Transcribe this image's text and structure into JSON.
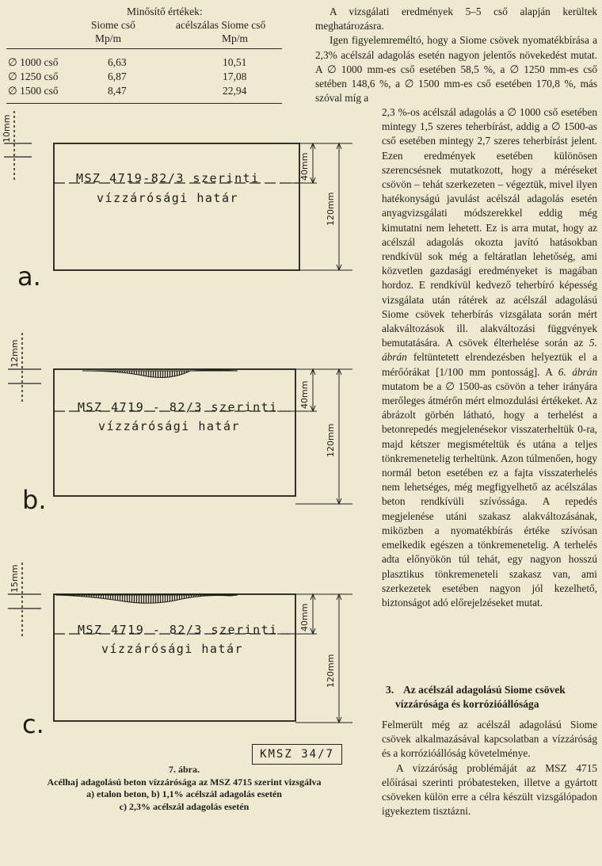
{
  "table": {
    "title": "Minősítő értékek:",
    "col1": {
      "name": "Siome cső",
      "unit": "Mp/m"
    },
    "col2": {
      "name": "acélszálas Siome cső",
      "unit": "Mp/m"
    },
    "rows": [
      {
        "label": "∅ 1000 cső",
        "v1": "6,63",
        "v2": "10,51"
      },
      {
        "label": "∅ 1250 cső",
        "v1": "6,87",
        "v2": "17,08"
      },
      {
        "label": "∅ 1500 cső",
        "v1": "8,47",
        "v2": "22,94"
      }
    ]
  },
  "figure": {
    "panels": [
      {
        "letter": "a.",
        "depth": "10mm"
      },
      {
        "letter": "b.",
        "depth": "12mm"
      },
      {
        "letter": "c.",
        "depth": "15mm"
      }
    ],
    "limit_line_1": "MSZ 4719-82/3 szerinti",
    "limit_line_1b": "MSZ 4719 - 82/3 szerinti",
    "limit_line_2": "vízzárósági határ",
    "dim_40": "40mm",
    "dim_120": "120mm",
    "stamp": "KMSZ 34/7",
    "caption_title": "7. ábra.",
    "caption_line1": "Acélhaj adagolású beton vízzárósága az MSZ 4715 szerint vizsgálva",
    "caption_line2": "a) etalon beton, b) 1,1% acélszál adagolás esetén",
    "caption_line3": "c) 2,3% acélszál adagolás esetén"
  },
  "text": {
    "p1": "A vizsgálati eredmények 5–5 cső alapján kerültek meghatározásra.",
    "p2a": "Igen figyelemreméltó, hogy a Siome csövek nyomatékbírása a 2,3% acélszál adagolás esetén nagyon jelentős növekedést mutat. A ∅ 1000 mm-es cső esetében 58,5 %, a ∅ 1250 mm-es cső setében 148,6 %, a ∅ 1500 mm-es cső esetében 170,8 %, más szóval míg a",
    "p2b": "2,3 %-os acélszál adagolás a ∅ 1000 cső esetében mintegy 1,5 szeres teherbírást, addig a ∅ 1500-as cső esetében mintegy 2,7 szeres teherbírást jelent. Ezen eredmények esetében különösen szerencsésnek mutatkozott, hogy a méréseket csövön – tehát szerkezeten – végeztük, mivel ilyen hatékonyságú javulást acélszál adagolás esetén anyagvizsgálati módszerekkel eddig még kimutatni nem lehetett. Ez is arra mutat, hogy az acélszál adagolás okozta javító hatásokban rendkívül sok még a feltáratlan lehetőség, ami közvetlen gazdasági eredményeket is magában hordoz. E rendkívül kedvező teherbíró képesség vizsgálata után rátérek az acélszál adagolású Siome csövek teherbírás vizsgálata során mért alakváltozások ill. alakváltozási függvények bemutatására. A csövek élterhelése során az",
    "p2c_ref1": "5. ábrán",
    "p2d": "feltüntetett elrendezésben helyeztük el a mérőórákat [1/100 mm pontosság]. A",
    "p2e_ref2": "6. ábrán",
    "p2f": "mutatom be a ∅ 1500-as csövön a teher irányára merőleges átmérőn mért elmozdulási értékeket. Az ábrázolt görbén látható, hogy a terhelést a betonrepedés megjelenésekor visszaterheltük 0-ra, majd kétszer megismételtük és utána a teljes tönkremenetelig terheltünk. Azon túlmenően, hogy normál beton esetében ez a fajta visszaterhelés nem lehetséges, még megfigyelhető az acélszálas beton rendkívüli szívóssága. A repedés megjelenése utáni szakasz alakváltozásának, miközben a nyomatékbírás értéke szívósan emelkedik egészen a tönkremenetelig. A terhelés adta előnyökön túl tehát, egy nagyon hosszú plasztikus tönkremeneteli szakasz van, ami szerkezetek esetében nagyon jól kezelhető, biztonságot adó előrejelzéseket mutat.",
    "heading_num": "3.",
    "heading_l1": "Az acélszál adagolású Siome csövek",
    "heading_l2": "vízzárósága és korrózióállósága",
    "p3": "Felmerült még az acélszál adagolású Siome csövek alkalmazásával kapcsolatban a vízzáróság és a korrózióállóság követelménye.",
    "p4": "A vízzáróság problémáját az MSZ 4715 előírásai szerinti próbatesteken, illetve a gyártott csöveken külön erre a célra készült vizsgálópadon igyekeztem tisztázni."
  }
}
